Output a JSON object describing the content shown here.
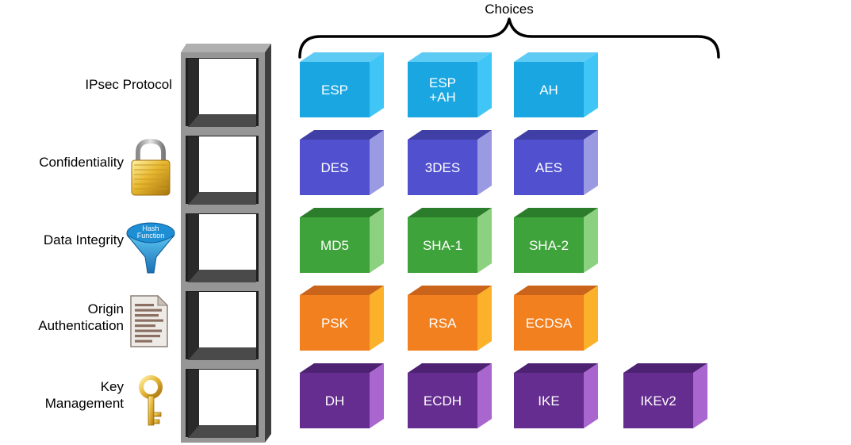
{
  "choices_label": "Choices",
  "rows": [
    {
      "label_lines": [
        "IPsec Protocol"
      ],
      "icon": "none",
      "color": {
        "front": "#1aa6e1",
        "top": "#5ecbf5",
        "side": "#3fc6f6"
      },
      "choices": [
        [
          "ESP"
        ],
        [
          "ESP",
          "+AH"
        ],
        [
          "AH"
        ]
      ]
    },
    {
      "label_lines": [
        "Confidentiality"
      ],
      "icon": "padlock-icon",
      "color": {
        "front": "#5151d0",
        "top": "#3f3fa6",
        "side": "#9a9ae3"
      },
      "choices": [
        [
          "DES"
        ],
        [
          "3DES"
        ],
        [
          "AES"
        ]
      ]
    },
    {
      "label_lines": [
        "Data Integrity"
      ],
      "icon": "hash-function-funnel-icon",
      "icon_text": [
        "Hash",
        "Function"
      ],
      "color": {
        "front": "#3ea33a",
        "top": "#2c7d2b",
        "side": "#8bd17f"
      },
      "choices": [
        [
          "MD5"
        ],
        [
          "SHA-1"
        ],
        [
          "SHA-2"
        ]
      ]
    },
    {
      "label_lines": [
        "Origin",
        "Authentication"
      ],
      "icon": "document-icon",
      "color": {
        "front": "#f2801f",
        "top": "#c9641a",
        "side": "#fbb22a"
      },
      "choices": [
        [
          "PSK"
        ],
        [
          "RSA"
        ],
        [
          "ECDSA"
        ]
      ]
    },
    {
      "label_lines": [
        "Key",
        "Management"
      ],
      "icon": "key-icon",
      "color": {
        "front": "#652d90",
        "top": "#4e2272",
        "side": "#a966cf"
      },
      "choices": [
        [
          "DH"
        ],
        [
          "ECDH"
        ],
        [
          "IKE"
        ],
        [
          "IKEv2"
        ]
      ]
    }
  ]
}
